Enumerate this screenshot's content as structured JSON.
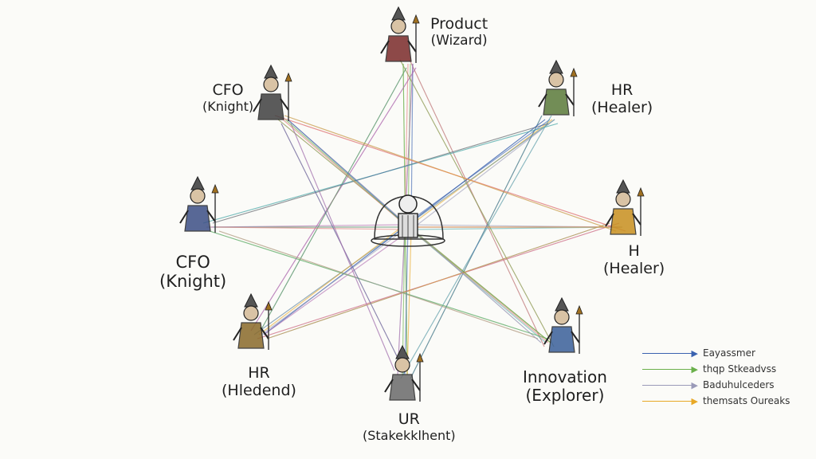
{
  "roles": [
    {
      "id": "product",
      "title": "Product",
      "sub": "(Wizard)",
      "color": "#7a2a2a"
    },
    {
      "id": "hr-top",
      "title": "HR",
      "sub": "(Healer)",
      "color": "#5b7a3a"
    },
    {
      "id": "h-right",
      "title": "H",
      "sub": "(Healer)",
      "color": "#c8901f"
    },
    {
      "id": "innovation",
      "title": "Innovation",
      "sub": "(Explorer)",
      "color": "#3a5f9a"
    },
    {
      "id": "ur",
      "title": "UR",
      "sub": "(Stakekklhent)",
      "color": "#6a6a6a"
    },
    {
      "id": "hr-left",
      "title": "HR",
      "sub": "(Hledend)",
      "color": "#8a6a2a"
    },
    {
      "id": "cfo-left",
      "title": "CFO",
      "sub": "(Knight)",
      "color": "#3c4f86"
    },
    {
      "id": "cfo-top",
      "title": "CFO",
      "sub": "(Knight)",
      "color": "#404040"
    }
  ],
  "center": {
    "name": "hub-figure"
  },
  "legend": [
    {
      "label": "Eayassmer",
      "color": "#3a62b0"
    },
    {
      "label": "thqp Stkeadvss",
      "color": "#6ab04a"
    },
    {
      "label": "Baduhulceders",
      "color": "#9a9ab8"
    },
    {
      "label": "themsats Oureaks",
      "color": "#e8a826"
    }
  ],
  "line_colors": [
    "#e07a7a",
    "#6ab04a",
    "#3a62b0",
    "#e8a826",
    "#9a9ab8",
    "#b06ab0",
    "#5ab0b0"
  ]
}
